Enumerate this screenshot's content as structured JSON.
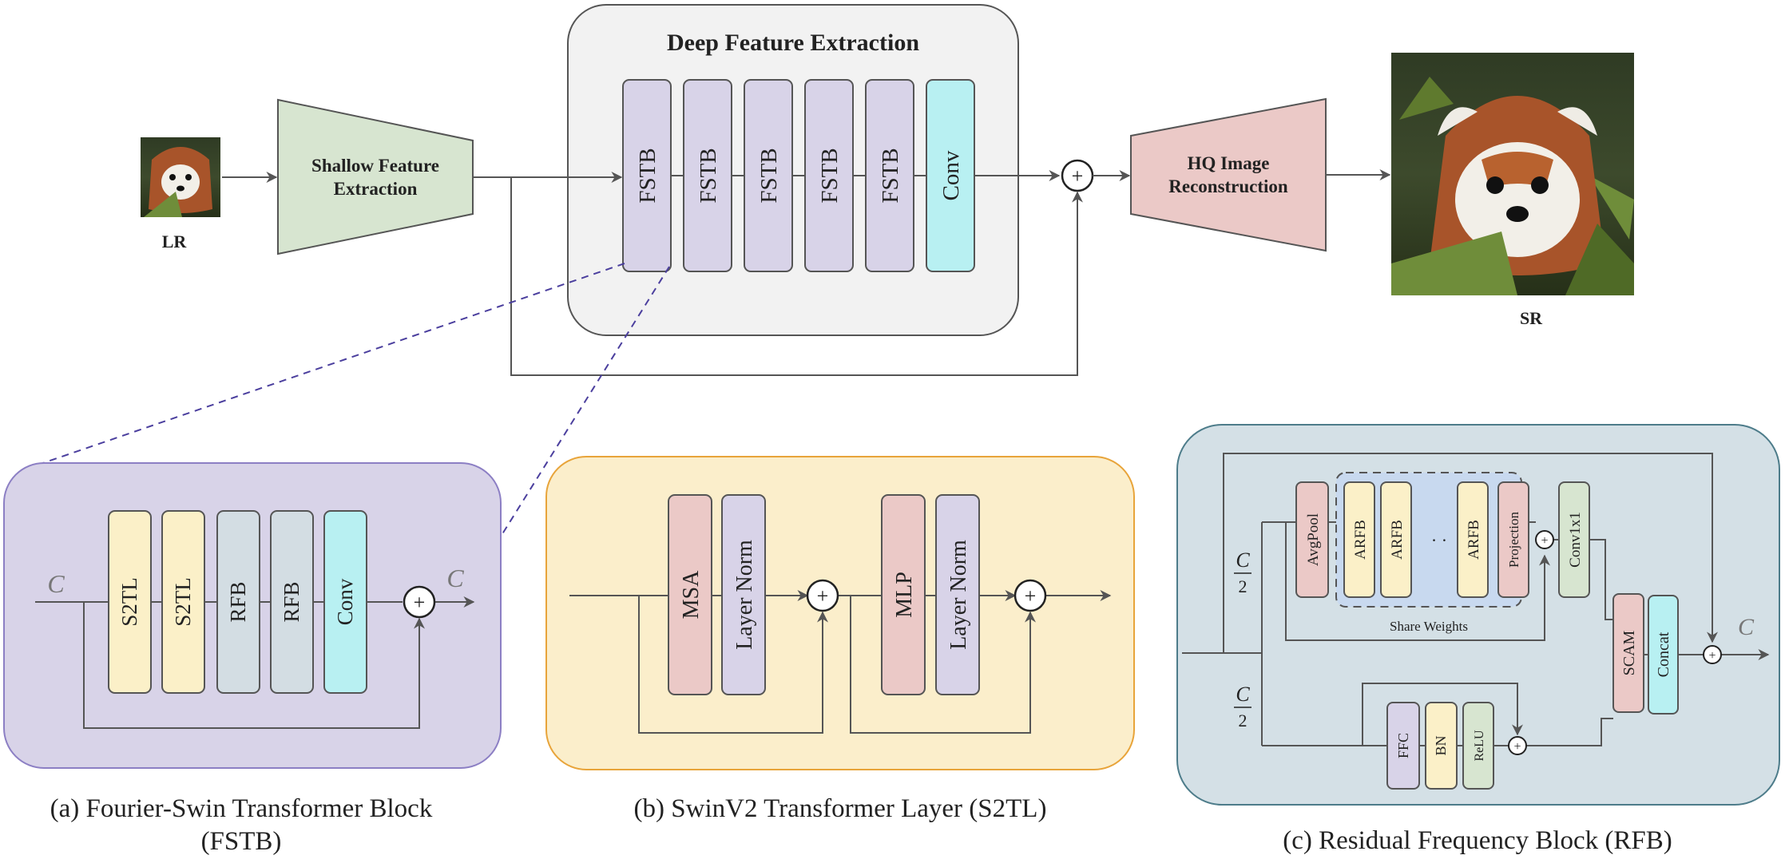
{
  "top": {
    "lr_label": "LR",
    "sr_label": "SR",
    "shallow_line1": "Shallow Feature",
    "shallow_line2": "Extraction",
    "deep_title": "Deep Feature Extraction",
    "blocks": [
      "FSTB",
      "FSTB",
      "FSTB",
      "FSTB",
      "FSTB",
      "Conv"
    ],
    "hq_line1": "HQ Image",
    "hq_line2": "Reconstruction"
  },
  "panel_a": {
    "blocks": [
      "S2TL",
      "S2TL",
      "RFB",
      "RFB",
      "Conv"
    ],
    "in_label": "C",
    "out_label": "C",
    "caption_line1": "(a) Fourier-Swin Transformer Block",
    "caption_line2": "(FSTB)"
  },
  "panel_b": {
    "blocks": [
      "MSA",
      "Layer Norm",
      "MLP",
      "Layer Norm"
    ],
    "caption": "(b) SwinV2 Transformer Layer (S2TL)"
  },
  "panel_c": {
    "upper_blocks": [
      "AvgPool",
      "ARFB",
      "ARFB",
      "ARFB",
      "Projection",
      "Conv1x1"
    ],
    "dots": "· ·",
    "share_weights": "Share Weights",
    "lower_blocks": [
      "FFC",
      "BN",
      "ReLU"
    ],
    "scam": "SCAM",
    "concat": "Concat",
    "frac_num": "C",
    "frac_den": "2",
    "out_label": "C",
    "caption": "(c) Residual Frequency Block (RFB)"
  },
  "plus_symbol": "+",
  "colors": {
    "purple_block": "#d8d3e8",
    "cyan_block": "#b8f0f2",
    "yellow_block": "#fbf0c8",
    "pink_block": "#ebc9c7",
    "green_block": "#d7e5d0",
    "slate_block": "#d3dde3",
    "panel_a_bg": "#d8d3e8",
    "panel_b_bg": "#fbeecb",
    "panel_c_bg": "#d4e0e6",
    "deep_bg": "#f2f2f2"
  }
}
